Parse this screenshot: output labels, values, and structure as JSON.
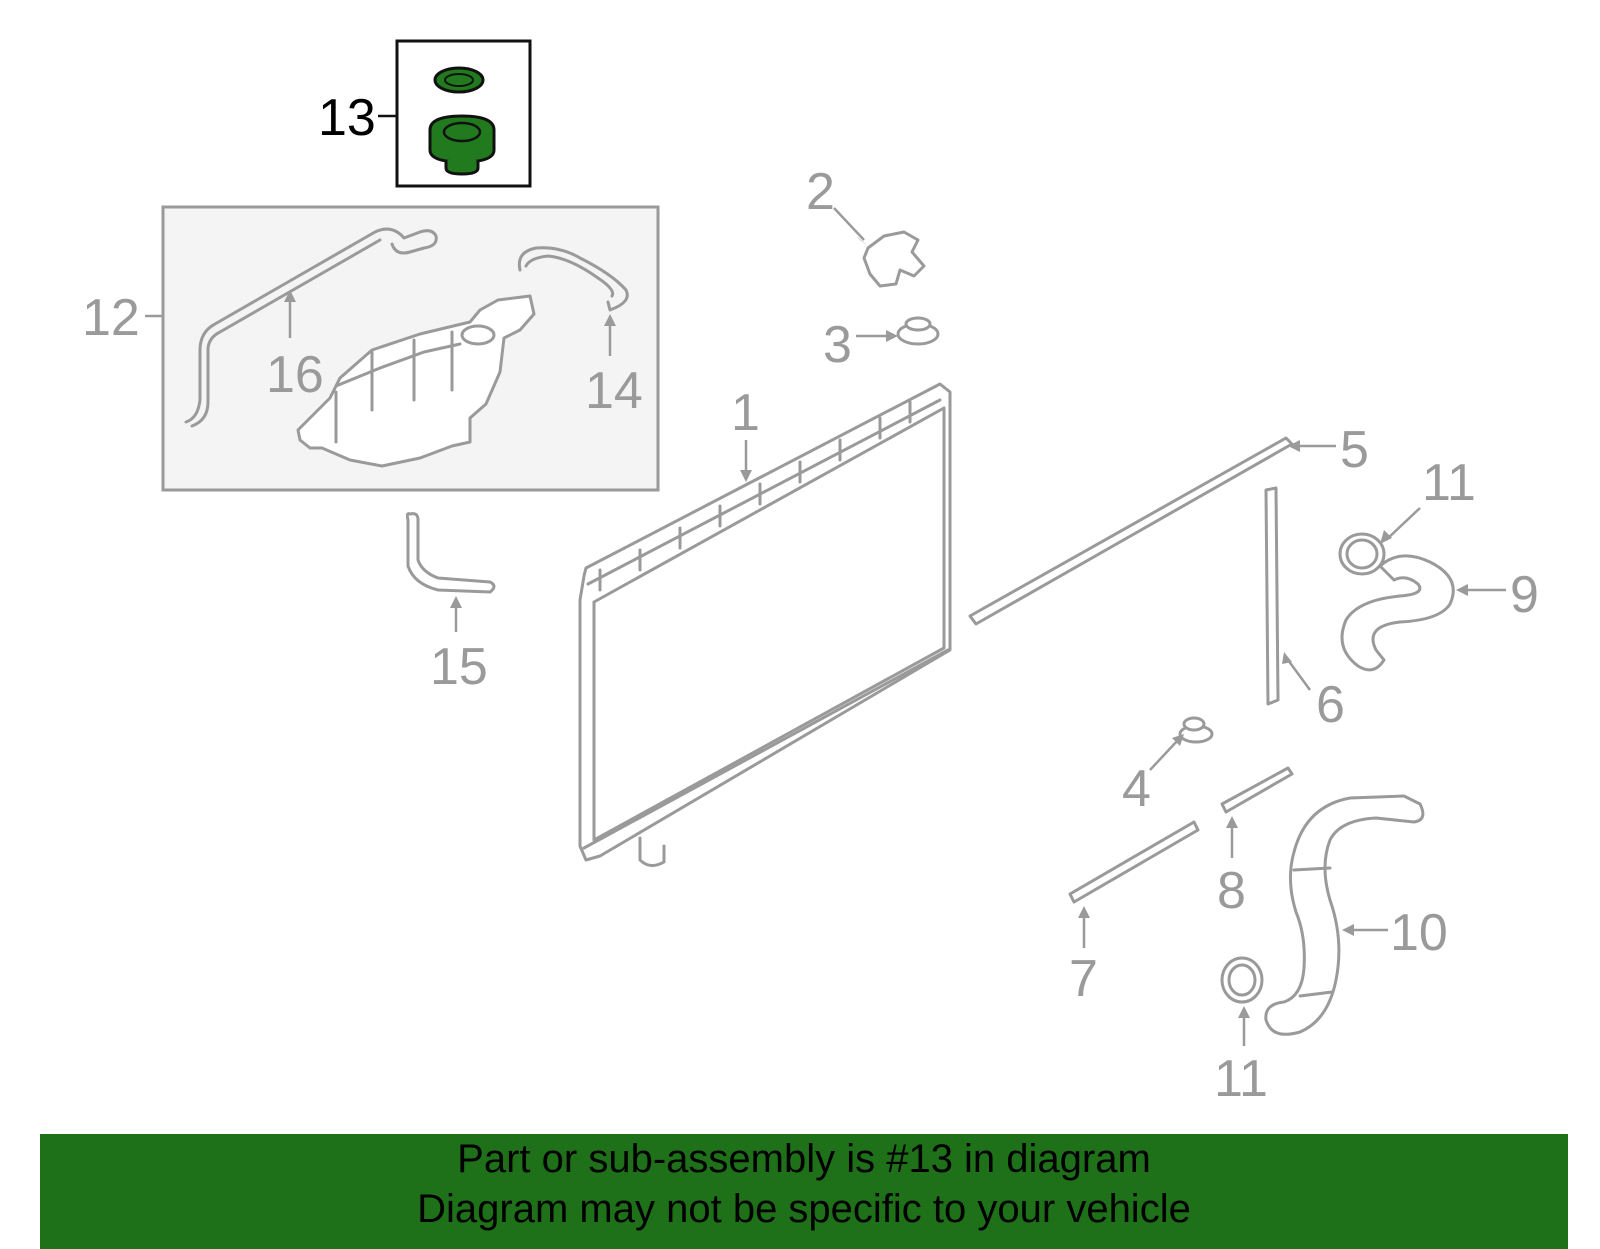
{
  "colors": {
    "highlight": "#217a1d",
    "banner": "#1e7119",
    "part_stroke": "#9a9a9a"
  },
  "callouts": {
    "c1": "1",
    "c2": "2",
    "c3": "3",
    "c4": "4",
    "c5": "5",
    "c6": "6",
    "c7": "7",
    "c8": "8",
    "c9": "9",
    "c10": "10",
    "c11a": "11",
    "c11b": "11",
    "c12": "12",
    "c13": "13",
    "c14": "14",
    "c15": "15",
    "c16": "16"
  },
  "highlighted_part": "13",
  "banner": {
    "line1": "Part or sub-assembly is #13 in diagram",
    "line2": "Diagram may not be specific to your vehicle"
  }
}
